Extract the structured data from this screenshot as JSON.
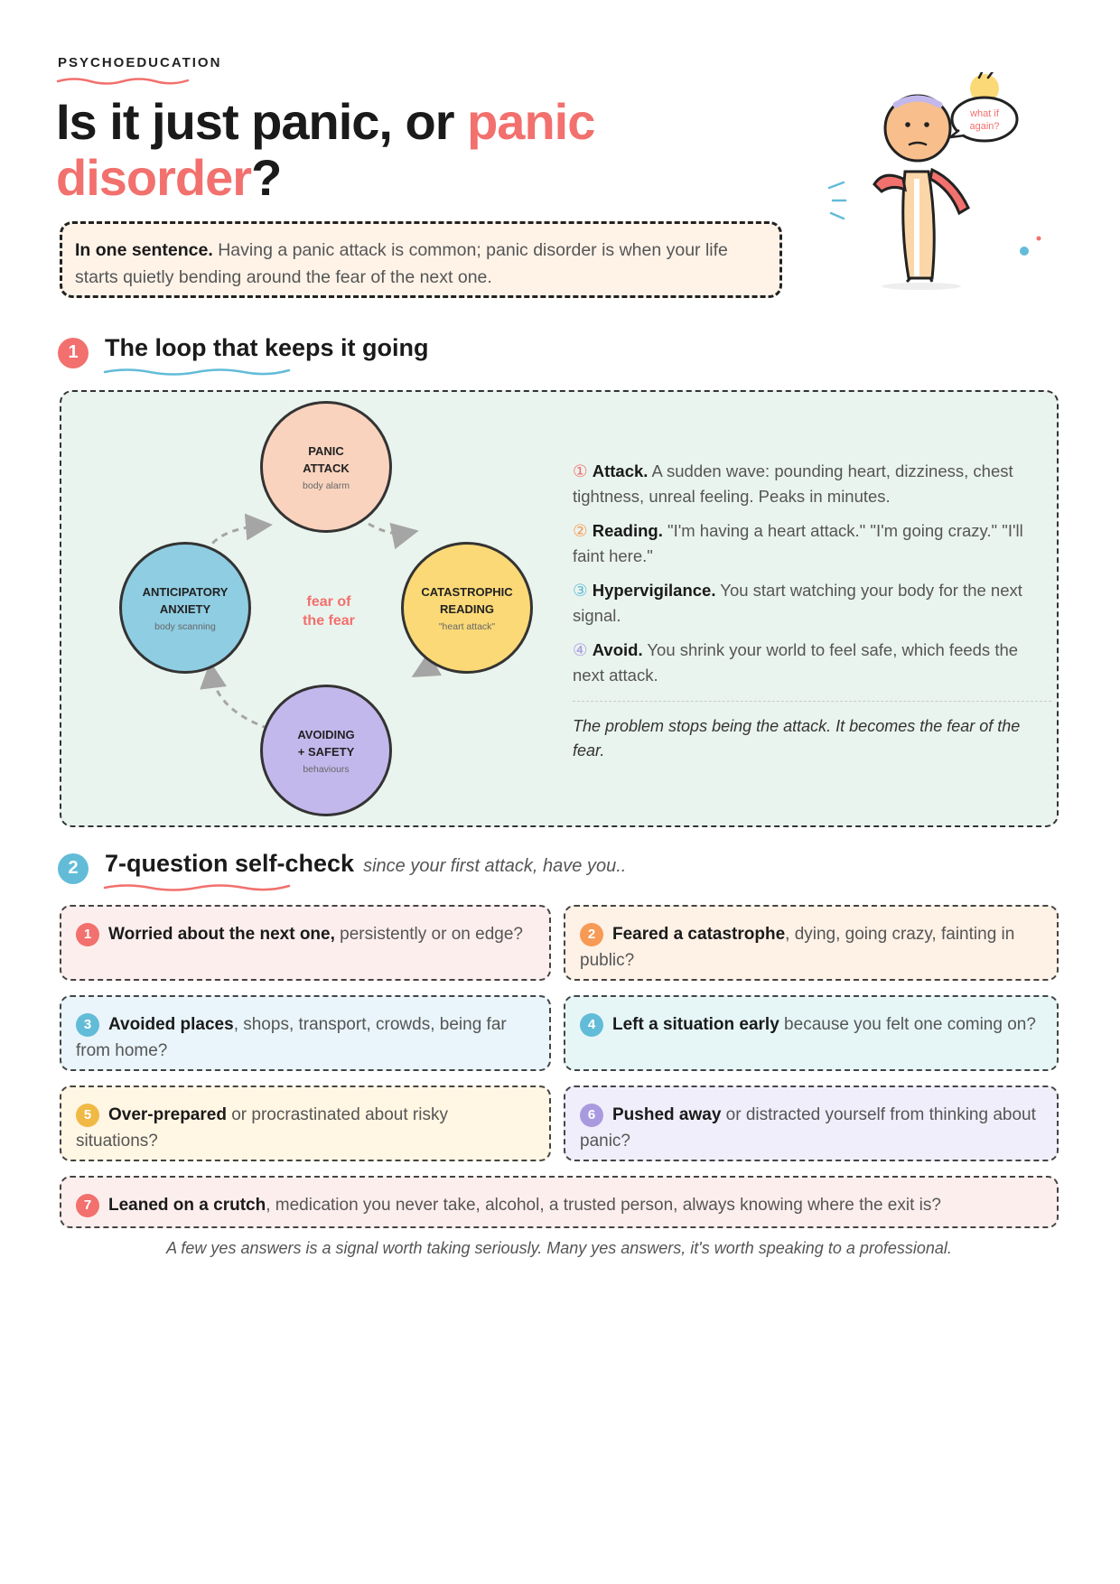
{
  "header": {
    "eyebrow": "PSYCHOEDUCATION",
    "title_part1": "Is it just panic, or ",
    "title_accent": "panic disorder",
    "title_end": "?"
  },
  "summary": {
    "label": "In one sentence.",
    "text": " Having a panic attack is common; panic disorder is when your life starts quietly bending around the fear of the next one."
  },
  "illustration": {
    "bubble_line1": "what if",
    "bubble_line2": "again?"
  },
  "section1": {
    "number": "1",
    "title": "The loop that keeps it going",
    "center_line1": "fear of",
    "center_line2": "the fear",
    "nodes": [
      {
        "line1": "PANIC",
        "line2": "ATTACK",
        "sub": "body alarm",
        "color": "#f9d3be"
      },
      {
        "line1": "CATASTROPHIC",
        "line2": "READING",
        "sub": "\"heart attack\"",
        "color": "#fbd977"
      },
      {
        "line1": "AVOIDING",
        "line2": "+ SAFETY",
        "sub": "behaviours",
        "color": "#c3b8ec"
      },
      {
        "line1": "ANTICIPATORY",
        "line2": "ANXIETY",
        "sub": "body scanning",
        "color": "#8fcde2"
      }
    ],
    "steps": [
      {
        "num": "①",
        "label": "Attack.",
        "text": " A sudden wave: pounding heart, dizziness, chest tightness, unreal feeling. Peaks in minutes."
      },
      {
        "num": "②",
        "label": "Reading.",
        "text": " \"I'm having a heart attack.\" \"I'm going crazy.\" \"I'll faint here.\""
      },
      {
        "num": "③",
        "label": "Hypervigilance.",
        "text": " You start watching your body for the next signal."
      },
      {
        "num": "④",
        "label": "Avoid.",
        "text": " You shrink your world to feel safe, which feeds the next attack."
      }
    ],
    "note": "The problem stops being the attack. It becomes the fear of the fear."
  },
  "section2": {
    "number": "2",
    "title": "7-question self-check",
    "subtitle": "since your first attack, have you..",
    "items": [
      {
        "num": "1",
        "bold": "Worried about the next one,",
        "text": " persistently or on edge?",
        "bg": "#fdeeee",
        "badge": "#f2706d"
      },
      {
        "num": "2",
        "bold": "Feared a catastrophe",
        "text": ", dying, going crazy, fainting in public?",
        "bg": "#fef1e6",
        "badge": "#f79a56"
      },
      {
        "num": "3",
        "bold": "Avoided places",
        "text": ", shops, transport, crowds, being far from home?",
        "bg": "#e9f5fa",
        "badge": "#62bcd8"
      },
      {
        "num": "4",
        "bold": "Left a situation early",
        "text": " because you felt one coming on?",
        "bg": "#e6f6f6",
        "badge": "#62bcd8"
      },
      {
        "num": "5",
        "bold": "Over-prepared",
        "text": " or procrastinated about risky situations?",
        "bg": "#fff6e3",
        "badge": "#f0b945"
      },
      {
        "num": "6",
        "bold": "Pushed away",
        "text": " or distracted yourself from thinking about panic?",
        "bg": "#f1eefb",
        "badge": "#a99ae0"
      },
      {
        "num": "7",
        "bold": "Leaned on a crutch",
        "text": ", medication you never take, alcohol, a trusted person, always knowing where the exit is?",
        "bg": "#fdeeee",
        "badge": "#f2706d"
      }
    ],
    "footnote": "A few yes answers is a signal worth taking seriously. Many yes answers, it's worth speaking to a professional."
  },
  "colors": {
    "accent": "#f2706d",
    "teal": "#62bcd8",
    "loop_bg": "#eaf4ee"
  }
}
